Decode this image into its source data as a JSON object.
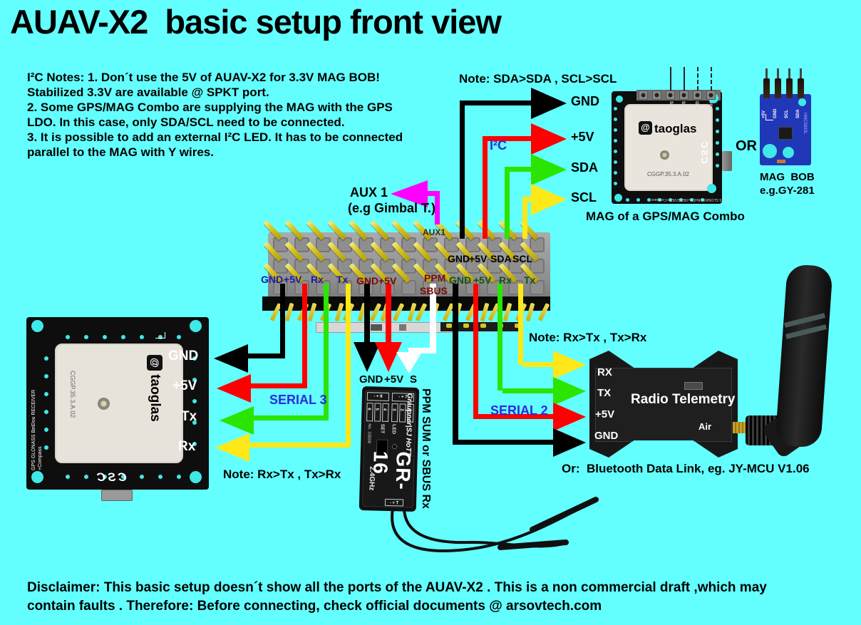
{
  "title": "AUAV-X2  basic setup front view",
  "i2c_notes": {
    "line1": "I²C Notes: 1. Don´t use the 5V of AUAV-X2 for 3.3V MAG BOB!",
    "line2": "Stabilized  3.3V are available @ SPKT port.",
    "line3": "2. Some GPS/MAG Combo are supplying the MAG with the GPS",
    "line4": "LDO. In this case, only SDA/SCL need to be connected.",
    "line5": "3. It is possible to add an external I²C LED. It has to be connected",
    "line6": "parallel to the MAG with Y wires."
  },
  "i2c_bus": {
    "note": "Note: SDA>SDA , SCL>SCL",
    "label": "I²C",
    "arrows": [
      {
        "label": "GND",
        "color": "#000000"
      },
      {
        "label": "+5V",
        "color": "#FF0000"
      },
      {
        "label": "SDA",
        "color": "#2BE400"
      },
      {
        "label": "SCL",
        "color": "#FFE818"
      }
    ]
  },
  "gps_combo": {
    "brand": "taoglas",
    "model": "CGGP.35.3.A.02",
    "pins": [
      "SDA",
      "SCL",
      "GND",
      "+5V"
    ],
    "bottom_text": "GPS GLONASS BeiDou RECEIVER +Compass",
    "logo_side": "CSC",
    "caption": "MAG of a GPS/MAG Combo"
  },
  "or_label": "OR",
  "mag_bob": {
    "pins": [
      "+5V",
      "GND",
      "SCL",
      "SDA"
    ],
    "chip": "HMC5883L",
    "caption1": "MAG  BOB",
    "caption2": "e.g.GY-281"
  },
  "aux": {
    "title": "AUX 1",
    "subtitle": "(e.g Gimbal T.)",
    "pin": "AUX1"
  },
  "connector": {
    "serial3": {
      "gnd": "GND",
      "v5": "+5V",
      "rx": "Rx",
      "tx": "Tx"
    },
    "power": {
      "gnd": "GND",
      "v5": "+5V"
    },
    "ppm": {
      "l1": "PPM",
      "l2": "SBUS"
    },
    "i2c": {
      "gnd": "GND",
      "v5": "+5V",
      "sda": "SDA",
      "scl": "SCL"
    },
    "serial2": {
      "gnd": "GND",
      "v5": "+5V",
      "rx": "Rx",
      "tx": "Tx"
    }
  },
  "gps_left": {
    "brand": "taoglas",
    "model": "CGGP.35.3.A.02",
    "side_text1": "GPS GLONASS BeiDou RECEIVER",
    "side_text2": "+Compass",
    "logo": "CSC",
    "pins": {
      "gnd": "GND",
      "v5": "+5V",
      "tx": "Tx",
      "rx": "Rx"
    },
    "serial_label": "SERIAL 3",
    "note": "Note: Rx>Tx , Tx>Rx"
  },
  "receiver": {
    "gnd": "GND",
    "v5": "+5V",
    "s": "S",
    "side_text": "PPM SUM or SBUS Rx",
    "ch8": "- + 8",
    "ch7": "- + 7",
    "channels": [
      "6",
      "5",
      "4",
      "3",
      "2",
      "1"
    ],
    "no": "No. 33508",
    "set": "SET",
    "led": "LED",
    "brand": "Graupner|SJ HoTT",
    "model": "GR-16",
    "freq": "2.4GHz",
    "bottom": "- + T"
  },
  "telemetry": {
    "note": "Note: Rx>Tx , Tx>Rx",
    "serial_label": "SERIAL 2",
    "pins": {
      "rx": "RX",
      "tx": "TX",
      "v5": "+5V",
      "gnd": "GND"
    },
    "title": "Radio Telemetry",
    "air": "Air",
    "alt": "Or:  Bluetooth Data Link, eg. JY-MCU V1.06"
  },
  "disclaimer": {
    "line1": "Disclaimer: This basic setup doesn´t show all the ports of the AUAV-X2 . This is a non commercial draft ,which may",
    "line2": "contain faults . Therefore: Before connecting, check official documents @ arsovtech.com"
  },
  "colors": {
    "background": "#63FFFF",
    "wire_black": "#000000",
    "wire_red": "#FF0000",
    "wire_green": "#2BE400",
    "wire_yellow": "#FFE818",
    "wire_white": "#FFFFFF",
    "wire_magenta": "#FF00FF",
    "label_blue": "#2B2BDD",
    "label_dark_red": "#7A0A0A",
    "label_dark_green": "#145214",
    "label_navy": "#1C1CA8"
  }
}
